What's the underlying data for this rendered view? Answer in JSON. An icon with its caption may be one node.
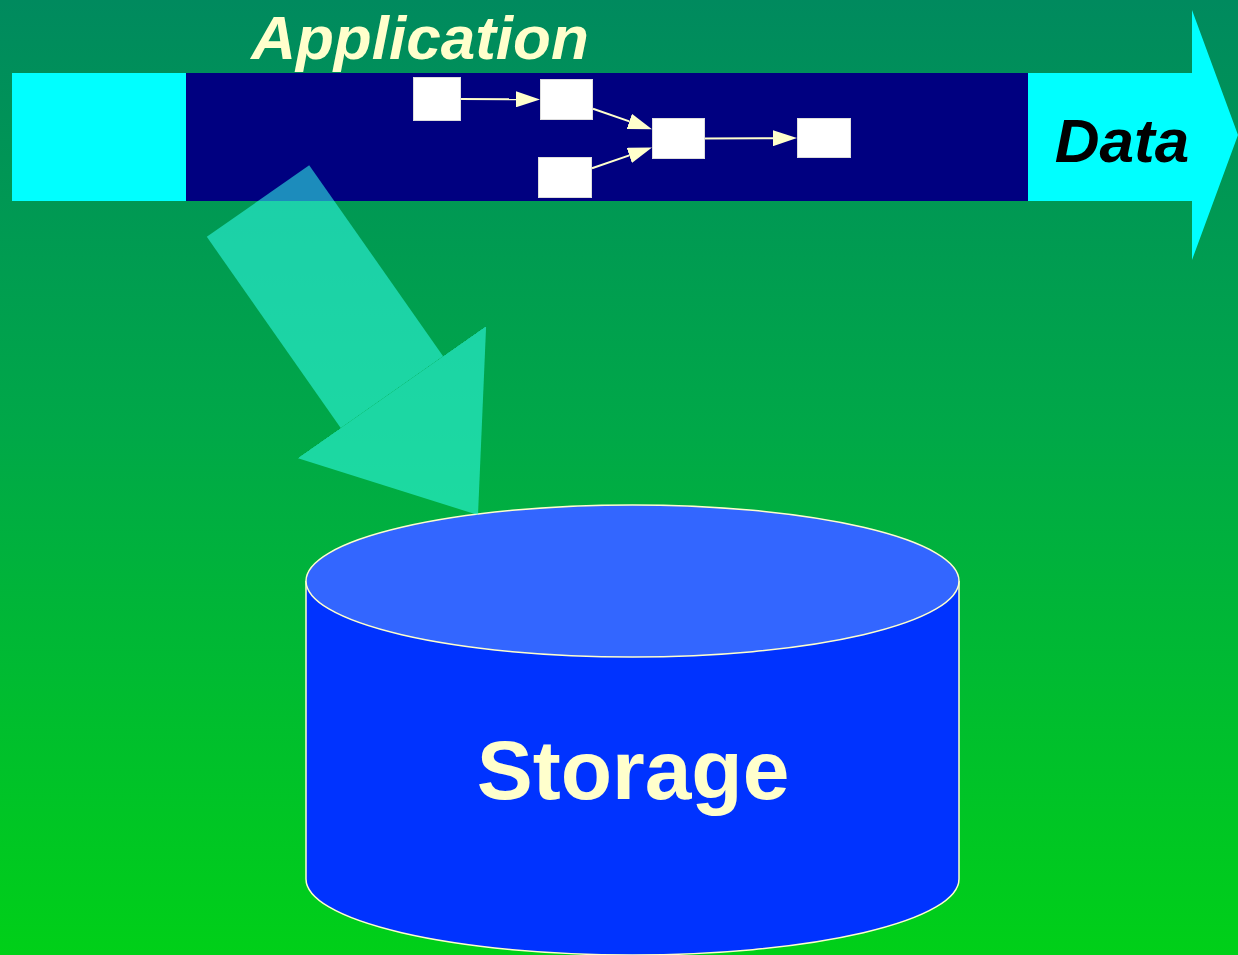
{
  "diagram": {
    "nodes": [
      {
        "text": [
          "Data"
        ]
      },
      {
        "text": [
          "Application"
        ],
        "in": 0
      },
      {
        "text": [],
        "shape": "box",
        "in": 1
      },
      {
        "text": [],
        "shape": "box",
        "in": 1
      },
      {
        "text": [],
        "shape": "box",
        "in": 1
      },
      {
        "text": [],
        "shape": "box",
        "in": 1
      },
      {
        "text": [],
        "shape": "box",
        "in": 1
      },
      {
        "text": [
          "Storage"
        ]
      }
    ],
    "edges": [
      {
        "from": 2,
        "to": 3,
        "arrow": "to"
      },
      {
        "from": 3,
        "to": 5,
        "arrow": "to"
      },
      {
        "from": 4,
        "to": 5,
        "arrow": "to"
      },
      {
        "from": 5,
        "to": 6,
        "arrow": "to"
      },
      {
        "from": 1,
        "to": 7,
        "arrow": "to",
        "style": "thick",
        "color": "#33ffee"
      }
    ]
  }
}
